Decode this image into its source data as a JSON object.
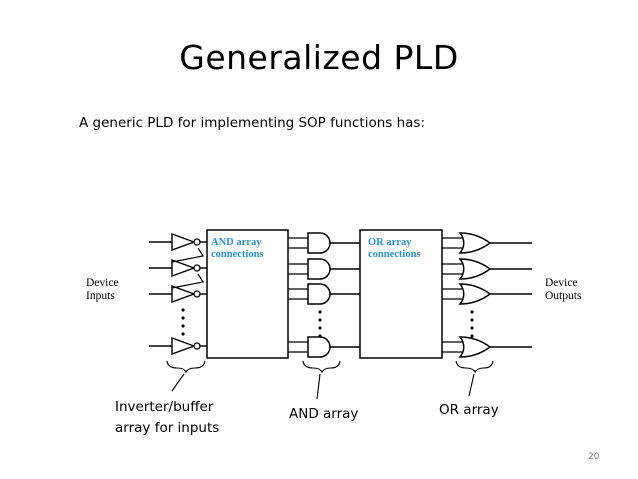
{
  "slide": {
    "title": "Generalized PLD",
    "intro": "A generic PLD for implementing SOP functions has:",
    "page_number": "20"
  },
  "diagram": {
    "input_label": [
      "Device",
      "Inputs"
    ],
    "output_label": [
      "Device",
      "Outputs"
    ],
    "and_connections_label": [
      "AND array",
      "connections"
    ],
    "or_connections_label": [
      "OR array",
      "connections"
    ],
    "label_color": "#2f8fd9"
  },
  "captions": {
    "inverter_buffer": [
      "Inverter/buffer",
      "array for inputs"
    ],
    "and_array": "AND array",
    "or_array": "OR array"
  }
}
